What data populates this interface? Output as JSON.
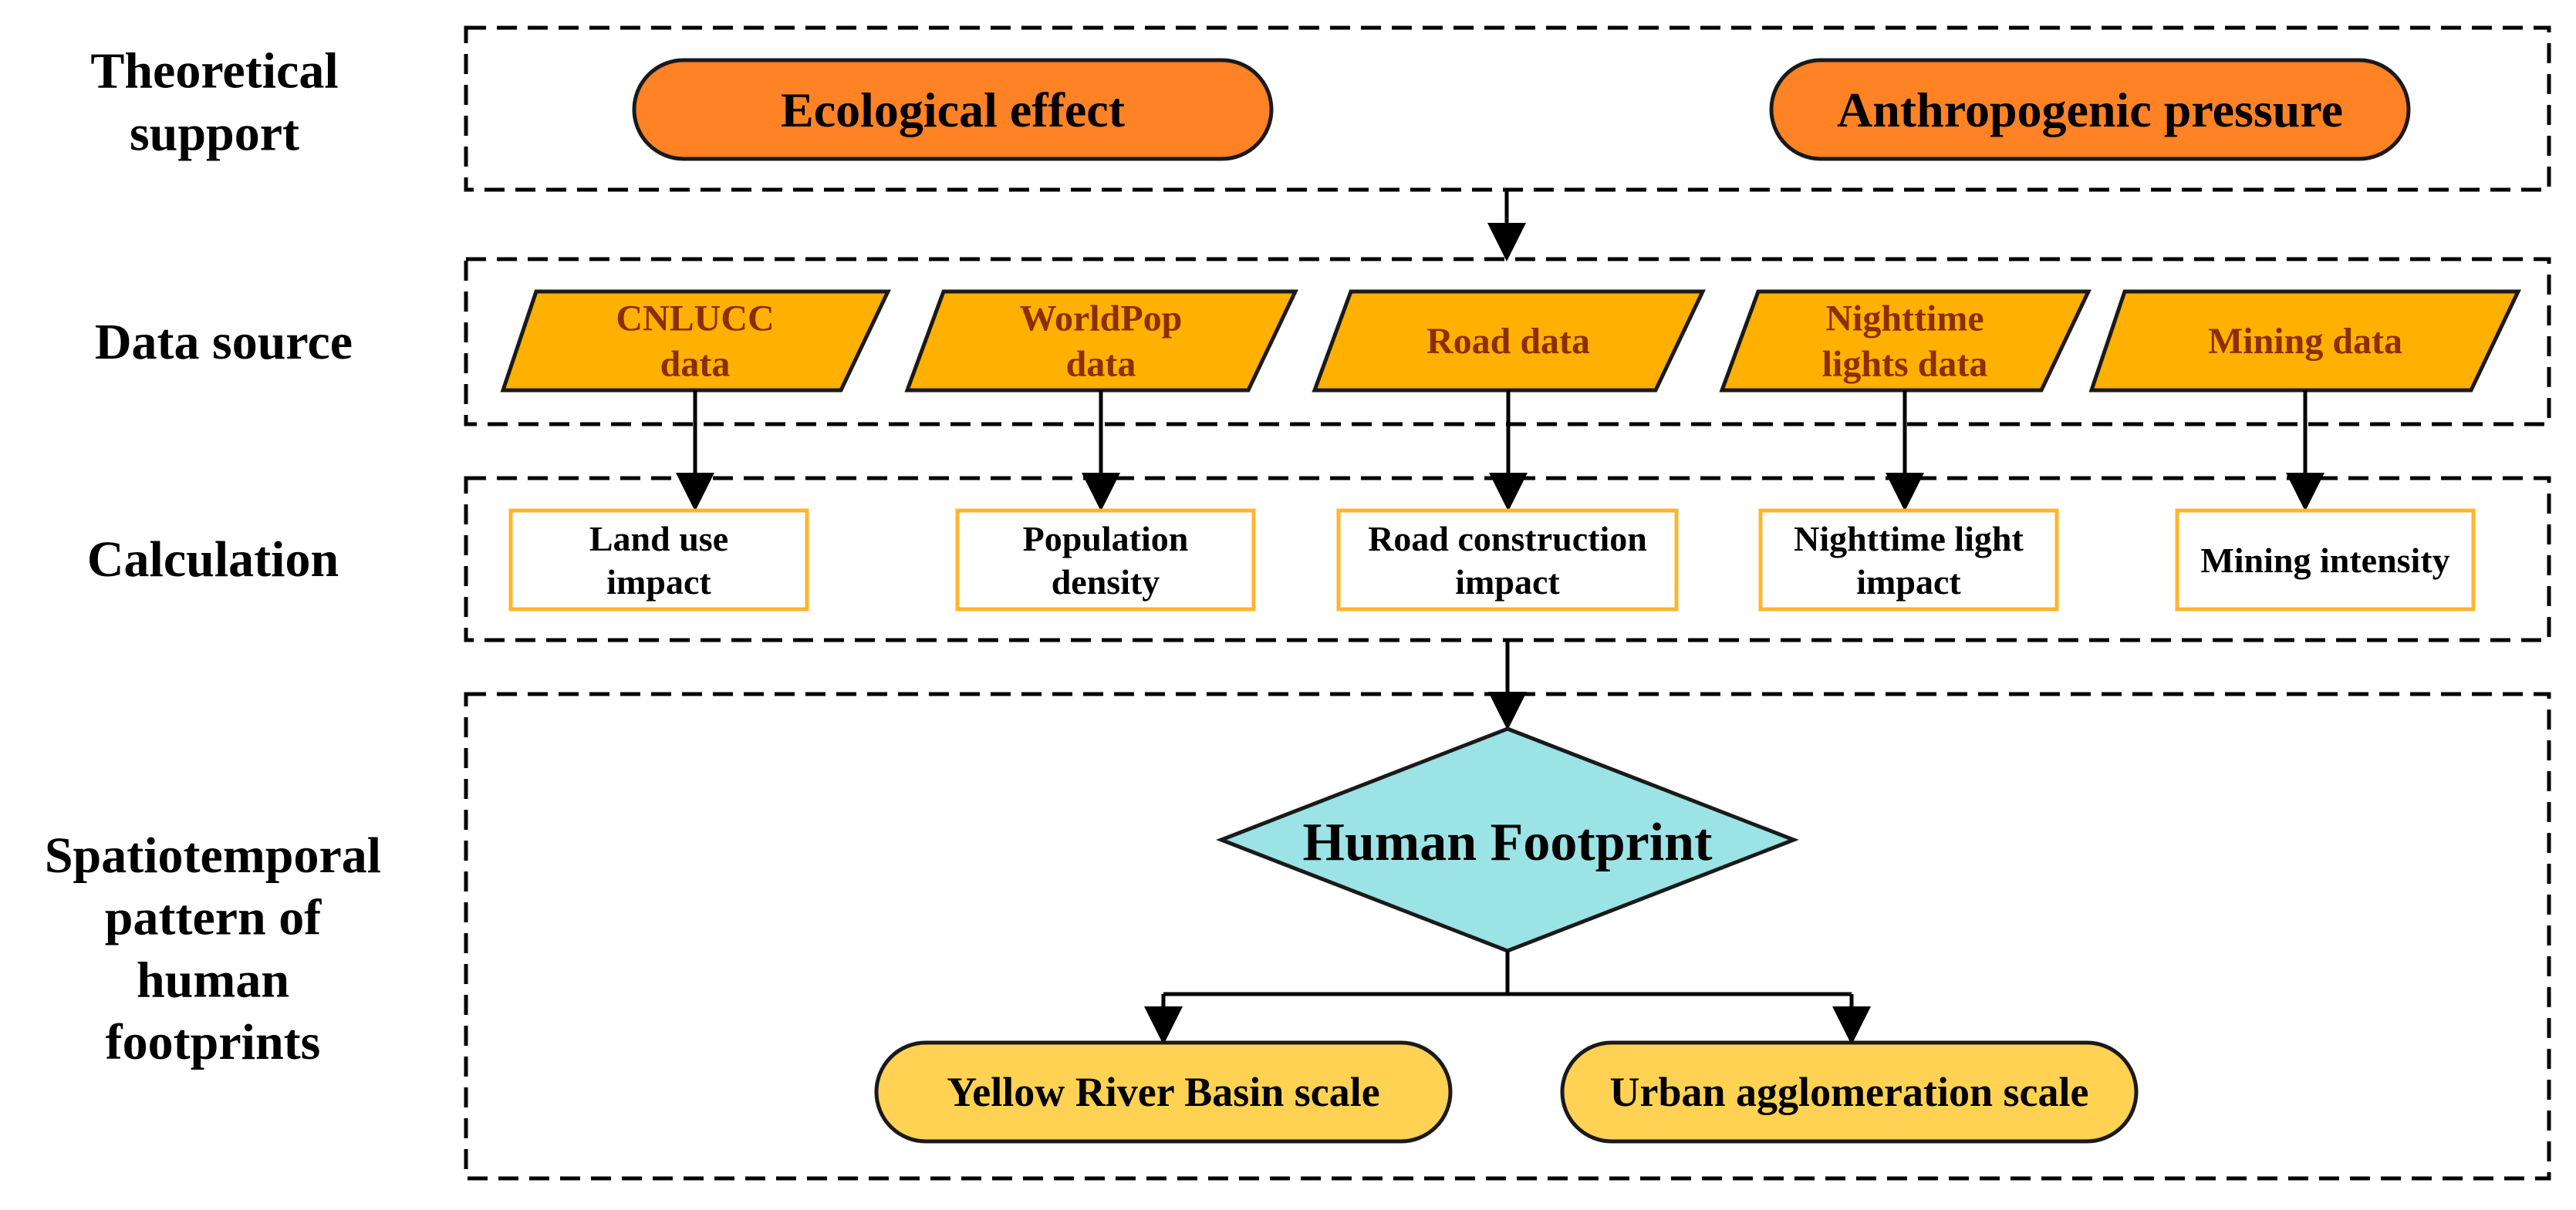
{
  "colors": {
    "theory_fill": "#FF8225",
    "data_fill": "#FFB000",
    "data_text": "#8B2F00",
    "calc_border": "#FFB52E",
    "footprint_fill": "#9BE3E4",
    "scale_fill": "#FFD253",
    "line": "#000000"
  },
  "rows": {
    "theory": [
      "Theoretical",
      "support"
    ],
    "data": [
      "Data source"
    ],
    "calc": [
      "Calculation"
    ],
    "pattern": [
      "Spatiotemporal",
      "pattern of",
      "human",
      "footprints"
    ]
  },
  "theory": {
    "ecological": [
      "Ecological effect"
    ],
    "anthropogenic": [
      "Anthropogenic pressure"
    ]
  },
  "data_sources": [
    [
      "CNLUCC",
      "data"
    ],
    [
      "WorldPop",
      "data"
    ],
    [
      "Road  data"
    ],
    [
      "Nighttime",
      "lights  data"
    ],
    [
      "Mining data"
    ]
  ],
  "calculations": [
    [
      "Land use",
      "impact"
    ],
    [
      "Population",
      "density"
    ],
    [
      "Road construction",
      "impact"
    ],
    [
      "Nighttime light",
      "impact"
    ],
    [
      "Mining intensity"
    ]
  ],
  "footprint": [
    "Human Footprint"
  ],
  "scales": [
    [
      "Yellow River Basin scale"
    ],
    [
      "Urban agglomeration scale"
    ]
  ]
}
